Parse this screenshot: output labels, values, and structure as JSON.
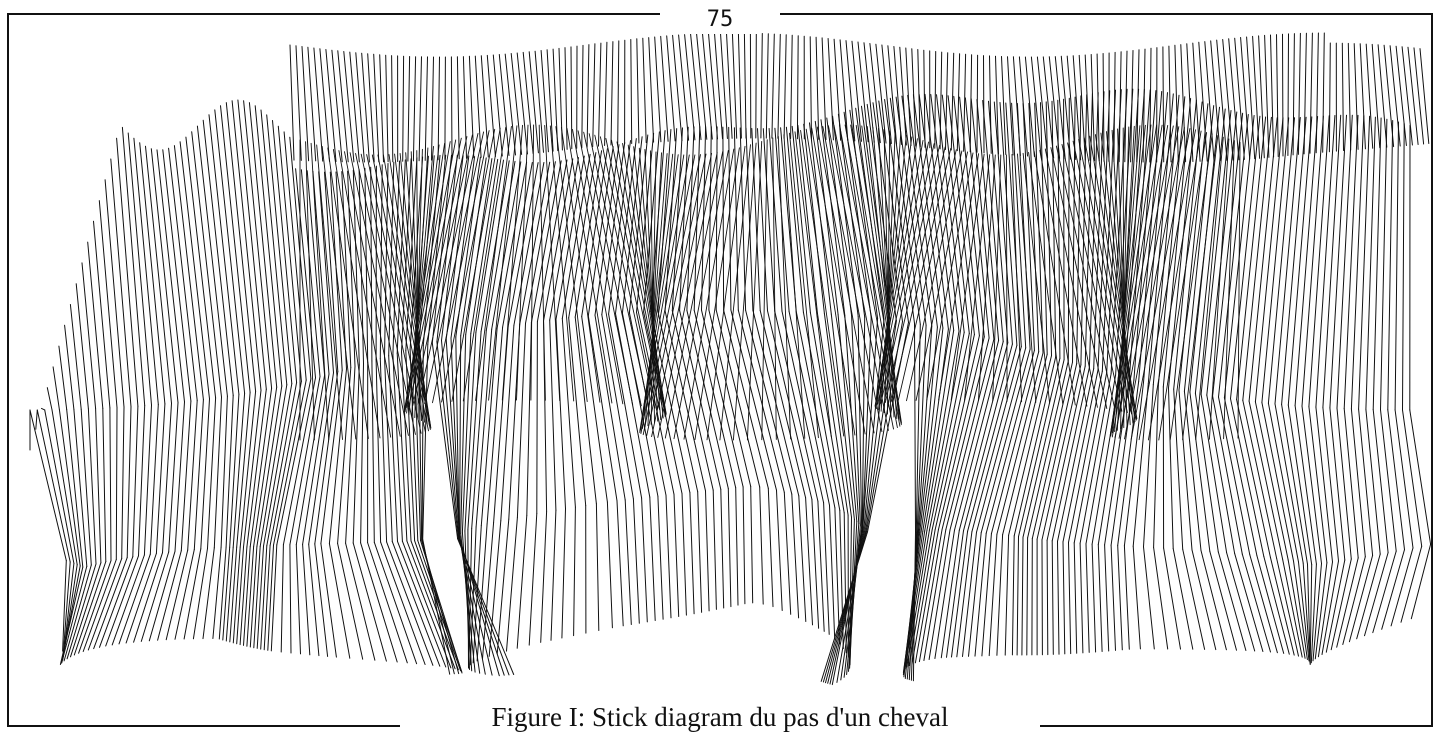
{
  "page": {
    "number": "75",
    "caption": "Figure I: Stick diagram du pas d'un cheval"
  },
  "colors": {
    "ink": "#111111",
    "background": "#ffffff"
  },
  "diagram": {
    "type": "stick-diagram",
    "subject": "horse-stride"
  }
}
